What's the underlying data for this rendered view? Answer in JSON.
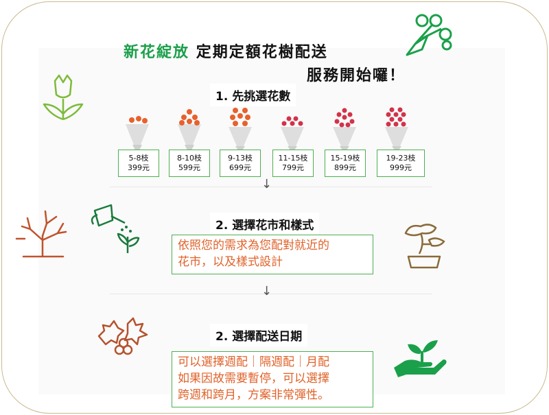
{
  "title": {
    "accent": "新花綻放",
    "line1": "定期定額花樹配送",
    "line2": "服務開始囉！"
  },
  "step1": {
    "heading": "1. 先挑選花數",
    "options": [
      {
        "stems": "5-8枝",
        "price": "399元",
        "flower_color": "#e8612c"
      },
      {
        "stems": "8-10枝",
        "price": "599元",
        "flower_color": "#e8612c"
      },
      {
        "stems": "9-13枝",
        "price": "699元",
        "flower_color": "#e8612c"
      },
      {
        "stems": "11-15枝",
        "price": "799元",
        "flower_color": "#d2334a"
      },
      {
        "stems": "15-19枝",
        "price": "899元",
        "flower_color": "#d2334a"
      },
      {
        "stems": "19-23枝",
        "price": "999元",
        "flower_color": "#d2334a"
      }
    ]
  },
  "step2": {
    "heading": "2. 選擇花市和樣式",
    "description_line1": "依照您的需求為您配對就近的",
    "description_line2": "花市，以及樣式設計"
  },
  "step3": {
    "heading": "2. 選擇配送日期",
    "description_line1": "可以選擇週配｜隔週配｜月配",
    "description_line2": "如果因故需要暫停，可以選擇",
    "description_line3": "跨週和跨月，方案非常彈性。"
  },
  "colors": {
    "accent_green": "#1aa04a",
    "box_border": "#4caf50",
    "desc_text": "#e0622a",
    "frame": "#c9b98e"
  },
  "icons": [
    "bouquet-icon",
    "tulip-icon",
    "tree-branch-icon",
    "watering-can-icon",
    "bonsai-icon",
    "holly-icon",
    "plant-hand-icon",
    "arrow-down-icon"
  ]
}
